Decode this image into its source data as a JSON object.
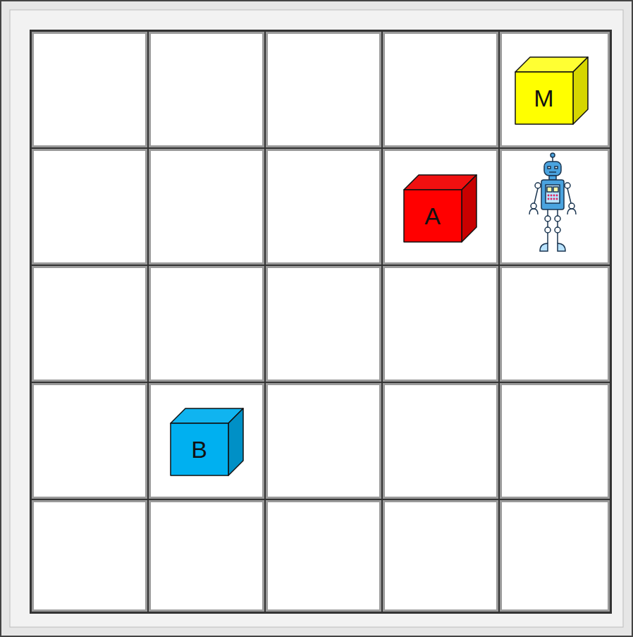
{
  "diagram": {
    "nodes": [
      {
        "text": [
          "M"
        ]
      },
      {
        "text": [
          "A"
        ]
      },
      {
        "text": [
          "B"
        ]
      }
    ]
  }
}
